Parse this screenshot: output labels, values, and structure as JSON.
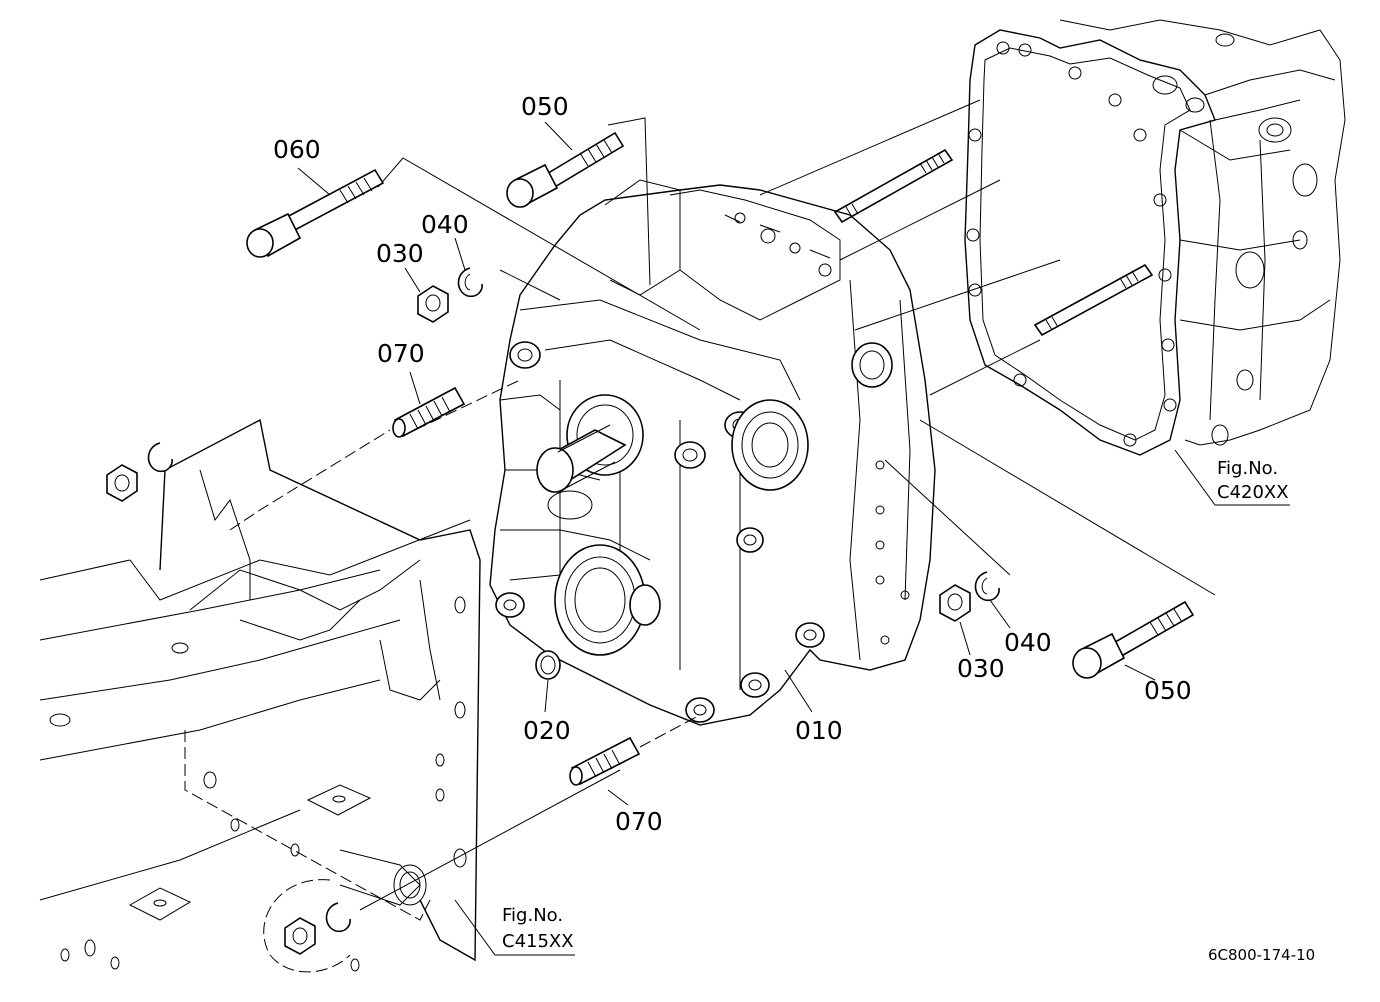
{
  "diagram": {
    "parts": [
      {
        "id": "p010",
        "label": "010"
      },
      {
        "id": "p020",
        "label": "020"
      },
      {
        "id": "p030a",
        "label": "030"
      },
      {
        "id": "p030b",
        "label": "030"
      },
      {
        "id": "p040a",
        "label": "040"
      },
      {
        "id": "p040b",
        "label": "040"
      },
      {
        "id": "p050a",
        "label": "050"
      },
      {
        "id": "p050b",
        "label": "050"
      },
      {
        "id": "p060",
        "label": "060"
      },
      {
        "id": "p070a",
        "label": "070"
      },
      {
        "id": "p070b",
        "label": "070"
      }
    ],
    "references": [
      {
        "line1": "Fig.No.",
        "line2": "C420XX"
      },
      {
        "line1": "Fig.No.",
        "line2": "C415XX"
      }
    ],
    "drawing_code": "6C800-174-10"
  }
}
